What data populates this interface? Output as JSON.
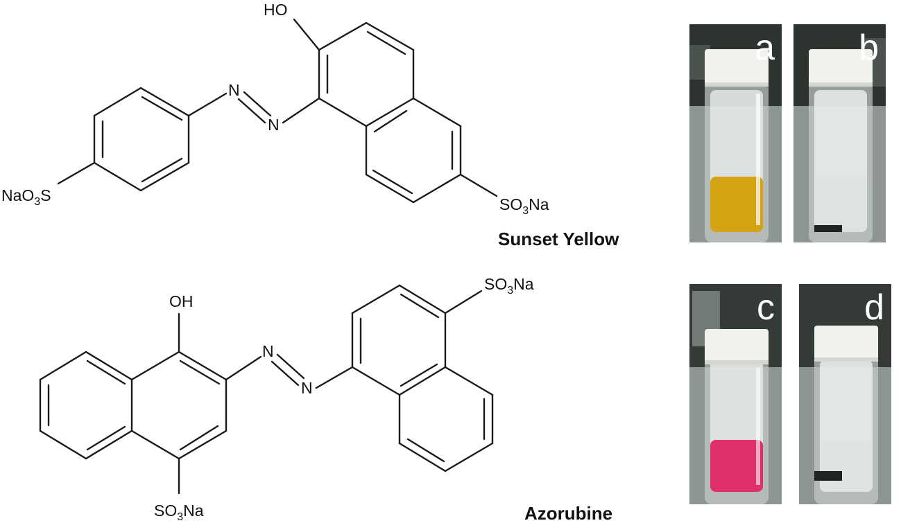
{
  "figure": {
    "structures": [
      {
        "name": "Sunset Yellow",
        "labels": {
          "hydroxyl": "HO",
          "azo_1": "N",
          "azo_2": "N",
          "sulfonate_left": "NaO3S",
          "sulfonate_right": "SO3Na"
        }
      },
      {
        "name": "Azorubine",
        "labels": {
          "hydroxyl": "OH",
          "azo_1": "N",
          "azo_2": "N",
          "sulfonate_top": "SO3Na",
          "sulfonate_bottom": "SO3Na"
        }
      }
    ],
    "photos": [
      {
        "letter": "a",
        "liquid_color": "#d4a313",
        "state": "coloured solution"
      },
      {
        "letter": "b",
        "liquid_color": "#dde3e2",
        "state": "decolourised"
      },
      {
        "letter": "c",
        "liquid_color": "#e02f6c",
        "state": "coloured solution"
      },
      {
        "letter": "d",
        "liquid_color": "#dfe3e2",
        "state": "decolourised"
      }
    ],
    "colors": {
      "bond": "#1a1a1a",
      "vial_cap": "#f1f1ee",
      "background_upper": "#2d3430",
      "background_table": "#8d9694"
    }
  }
}
